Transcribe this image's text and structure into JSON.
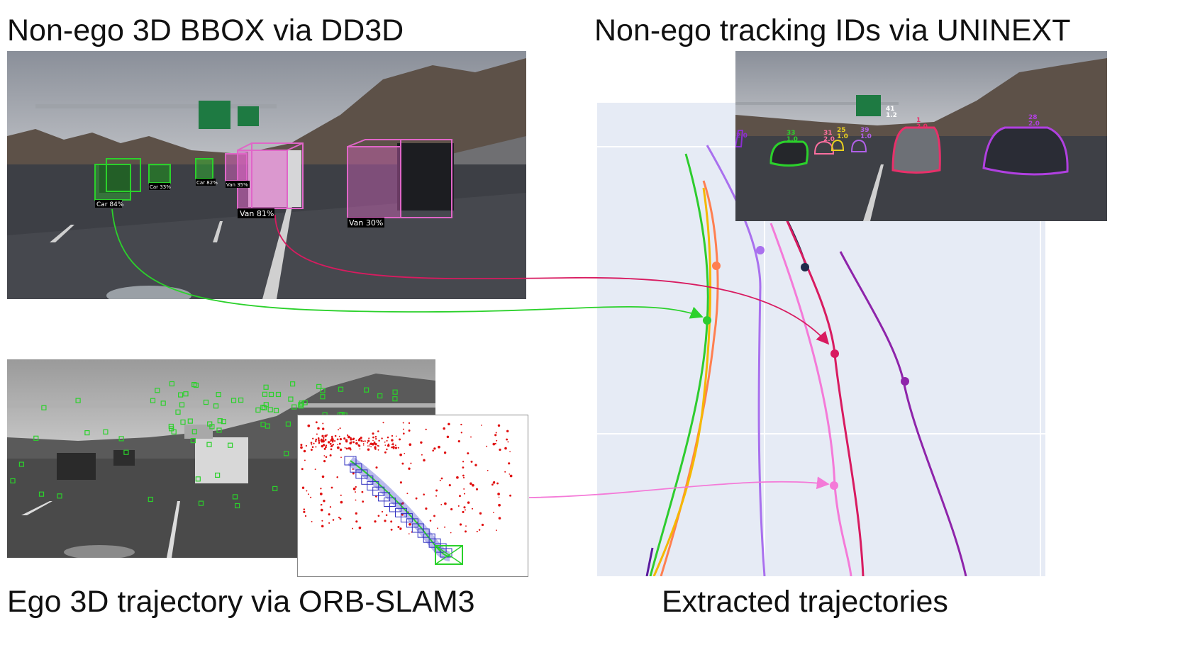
{
  "captions": {
    "top_left": "Non-ego 3D BBOX via DD3D",
    "top_right": "Non-ego tracking IDs via UNINEXT",
    "bottom_left": "Ego 3D trajectory via ORB-SLAM3",
    "bottom_right": "Extracted trajectories"
  },
  "detections": [
    {
      "label": "Car 84%",
      "color": "#2bd12b"
    },
    {
      "label": "Car 33%",
      "color": "#2bd12b"
    },
    {
      "label": "Car 82%",
      "color": "#2bd12b"
    },
    {
      "label": "Van 35%",
      "color": "#e066c8"
    },
    {
      "label": "Van 81%",
      "color": "#e066c8"
    },
    {
      "label": "Van 30%",
      "color": "#e066c8"
    }
  ],
  "track_labels": [
    {
      "text": "2.0",
      "color": "#8b2fd0"
    },
    {
      "text": "33\n1.0",
      "color": "#2bd12b"
    },
    {
      "text": "31\n2.0",
      "color": "#ff6fa0"
    },
    {
      "text": "25\n1.0",
      "color": "#e8d020"
    },
    {
      "text": "39\n1.0",
      "color": "#b060e8"
    },
    {
      "text": "41\n1.2",
      "color": "#ffffff"
    },
    {
      "text": "1\n2.0",
      "color": "#e8306a"
    },
    {
      "text": "28\n2.0",
      "color": "#b040e0"
    }
  ],
  "colors": {
    "green_track": "#2ecc2e",
    "red_track": "#d81b60",
    "pink_track": "#f47ad8",
    "purple_track": "#8e24aa",
    "navy_dot": "#1f2a4a",
    "orange_track": "#ff7f50",
    "violet_track": "#a970ee",
    "plot_bg": "#e6ebf5"
  }
}
